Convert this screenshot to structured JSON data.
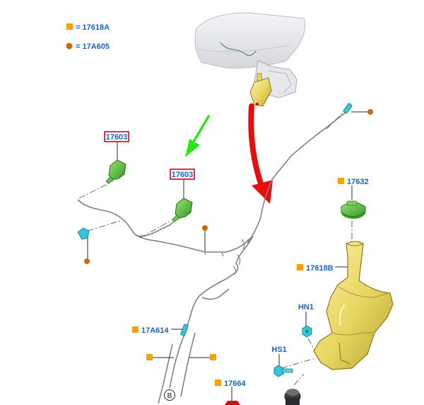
{
  "legend": [
    {
      "marker": "square",
      "color": "#f5a300",
      "text": "= 17618A"
    },
    {
      "marker": "circle",
      "color": "#c56a10",
      "text": "= 17A605"
    }
  ],
  "labels": {
    "nozzle_left": "17603",
    "nozzle_right": "17603",
    "cap": "17632",
    "reservoir": "17618B",
    "hose_clip": "17A614",
    "nut": "HN1",
    "bolt": "HS1",
    "pump": "17664",
    "connector_b": "B"
  },
  "colors": {
    "square_marker": "#f5a300",
    "circle_marker": "#c56a10",
    "label_text": "#1a63c6",
    "highlight_box": "#d9001b",
    "green_arrow": "#2ee61a",
    "red_arrow": "#e80d0d",
    "nozzle_green": "#5cc83a",
    "reservoir_yellow": "#ecdc6a",
    "clip_cyan": "#35c6dc"
  },
  "icons": [
    "callout-square-icon",
    "callout-circle-icon",
    "green-direction-arrow-icon",
    "red-detail-arrow-icon"
  ]
}
